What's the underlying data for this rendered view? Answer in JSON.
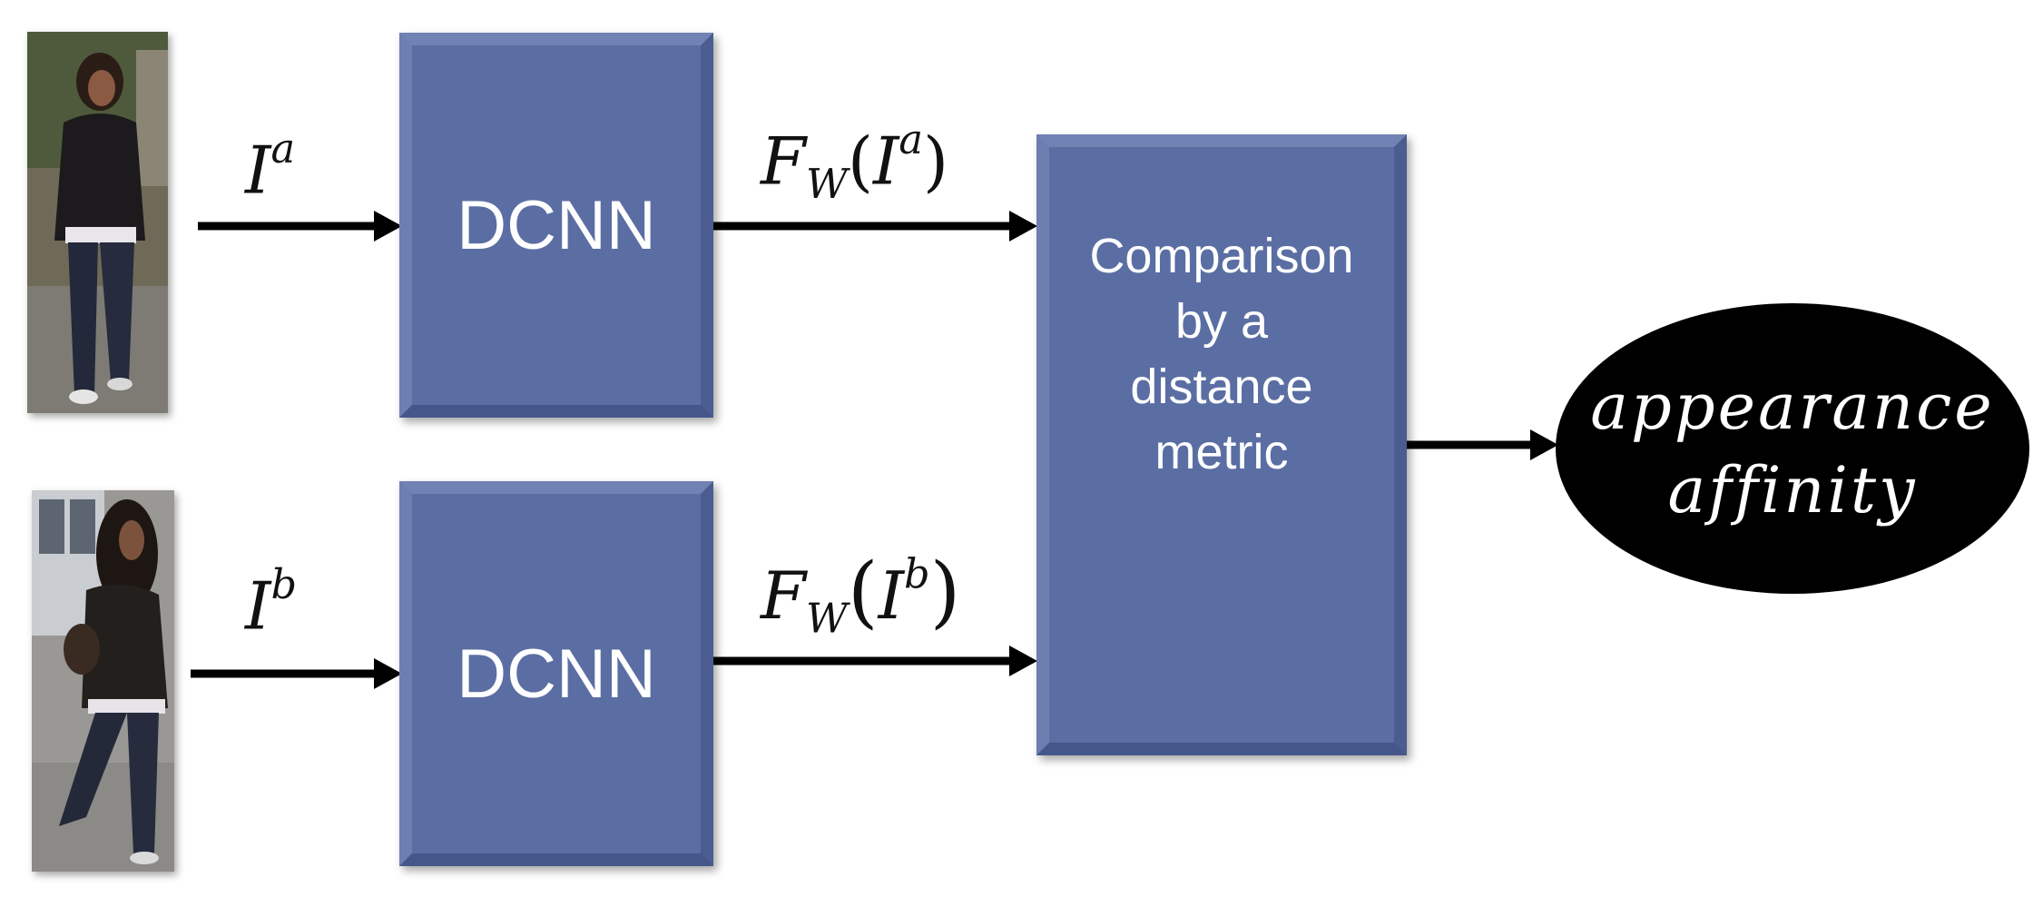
{
  "inputs": [
    {
      "image_label": "I",
      "image_sup": "a",
      "feature_func": "F",
      "feature_sub": "W",
      "block_label": "DCNN"
    },
    {
      "image_label": "I",
      "image_sup": "b",
      "feature_func": "F",
      "feature_sub": "W",
      "block_label": "DCNN"
    }
  ],
  "comparison_label": "Comparison\nby a\ndistance\nmetric",
  "output": {
    "line1": "appearance",
    "line2": "affinity"
  },
  "colors": {
    "block_fill": "#5b6ea3",
    "arrow": "#000000",
    "output_fill": "#000000"
  }
}
